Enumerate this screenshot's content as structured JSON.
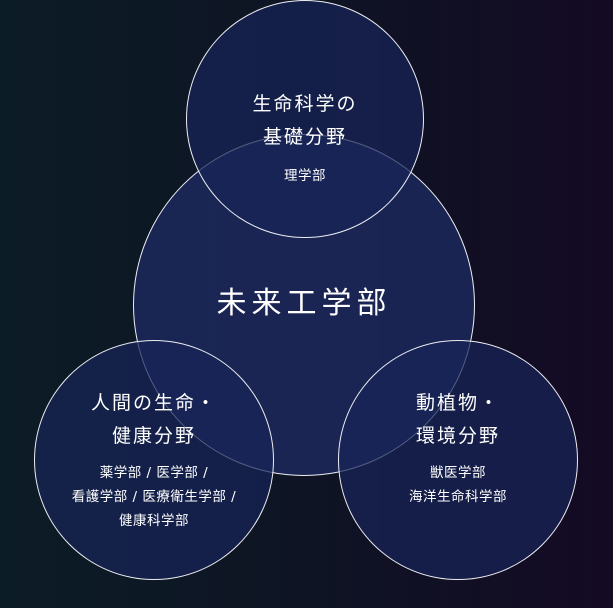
{
  "center": {
    "title": "未来工学部"
  },
  "top": {
    "title_lines": [
      "生命科学の",
      "基礎分野"
    ],
    "faculties": [
      "理学部"
    ]
  },
  "left": {
    "title_lines": [
      "人間の生命・",
      "健康分野"
    ],
    "faculties": [
      "薬学部 / 医学部 /",
      "看護学部 / 医療衛生学部 /",
      "健康科学部"
    ]
  },
  "right": {
    "title_lines": [
      "動植物・",
      "環境分野"
    ],
    "faculties": [
      "獣医学部",
      "海洋生命科学部"
    ]
  }
}
